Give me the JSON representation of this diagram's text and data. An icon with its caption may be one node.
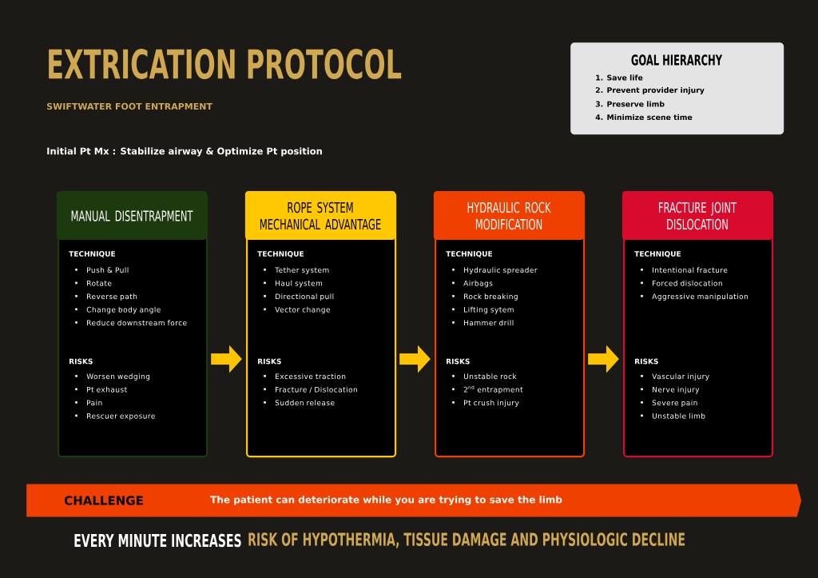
{
  "diagram": {
    "title": "EXTRICATION PROTOCOL",
    "nodes": [
      {
        "text": [
          "GOAL HIERARCHY",
          "1. Save life",
          "2. Prevent provider injury",
          "3. Preserve limb",
          "4. Minimize scene time"
        ]
      },
      {
        "text": [
          "MANUAL DISENTRAPMENT",
          "TECHNIQUE",
          "Push & Pull",
          "Rotate",
          "Reverse path",
          "Change body angle",
          "Reduce downstream force",
          "RISKS",
          "Worsen wedging",
          "Pt exhaust",
          "Pain",
          "Rescuer exposure"
        ]
      },
      {
        "text": [
          "ROPE SYSTEM MECHANICAL ADVANTAGE",
          "TECHNIQUE",
          "Tether system",
          "Haul system",
          "Directional pull",
          "Vector change",
          "RISKS",
          "Excessive traction",
          "Fracture / Dislocation",
          "Sudden release"
        ]
      },
      {
        "text": [
          "HYDRAULIC ROCK MODIFICATION",
          "TECHNIQUE",
          "Hydraulic spreader",
          "Airbags",
          "Rock breaking",
          "Lifting sytem",
          "Hammer drill",
          "RISKS",
          "Unstable rock",
          "2$^{nd}$ entrapment",
          "Pt crush injury"
        ]
      },
      {
        "text": [
          "FRACTURE JOINT DISLOCATION",
          "TECHNIQUE",
          "Intentional fracture",
          "Forced dislocation",
          "Aggressive manipulation",
          "RISKS",
          "Vascular injury",
          "Nerve injury",
          "Severe pain",
          "Unstable limb"
        ]
      },
      {
        "text": [
          "CHALLENGE",
          "The patient can deteriorate while you are trying to save the limb"
        ]
      }
    ],
    "edges": [
      {
        "from": 1,
        "to": 2,
        "arrow": "to"
      },
      {
        "from": 2,
        "to": 3,
        "arrow": "to"
      },
      {
        "from": 3,
        "to": 4,
        "arrow": "to"
      }
    ],
    "labels": [
      "SWIFTWATER FOOT ENTRAPMENT",
      "Initial Pt Mx : Stabilize airway & Optimize Pt position",
      "EVERY MINUTE INCREASES",
      "RISK OF HYPOTHERMIA, TISSUE DAMAGE AND PHYSIOLOGIC DECLINE"
    ]
  }
}
